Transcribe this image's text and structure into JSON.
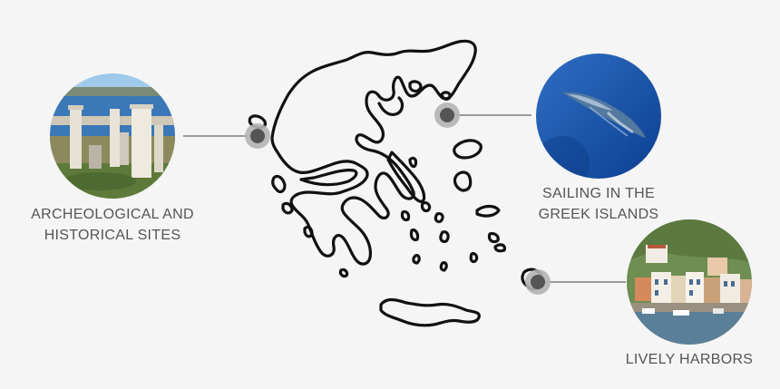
{
  "labels": {
    "archaeology": {
      "line1": "ARCHEOLOGICAL AND",
      "line2": "HISTORICAL SITES"
    },
    "sailing": {
      "line1": "SAILING IN THE",
      "line2": "GREEK ISLANDS"
    },
    "harbors": {
      "line1": "LIVELY HARBORS"
    }
  },
  "colors": {
    "background": "#f5f5f5",
    "map_outline": "#111111",
    "marker_outer": "#b4b4b4",
    "marker_inner": "#555555",
    "connector": "#666666",
    "label_text": "#555555"
  },
  "icons": {
    "marker": "location-dot-icon",
    "photo_ruins": "ancient-columns-photo",
    "photo_sea": "dolphin-sea-photo",
    "photo_harbor": "harbor-houses-photo"
  }
}
